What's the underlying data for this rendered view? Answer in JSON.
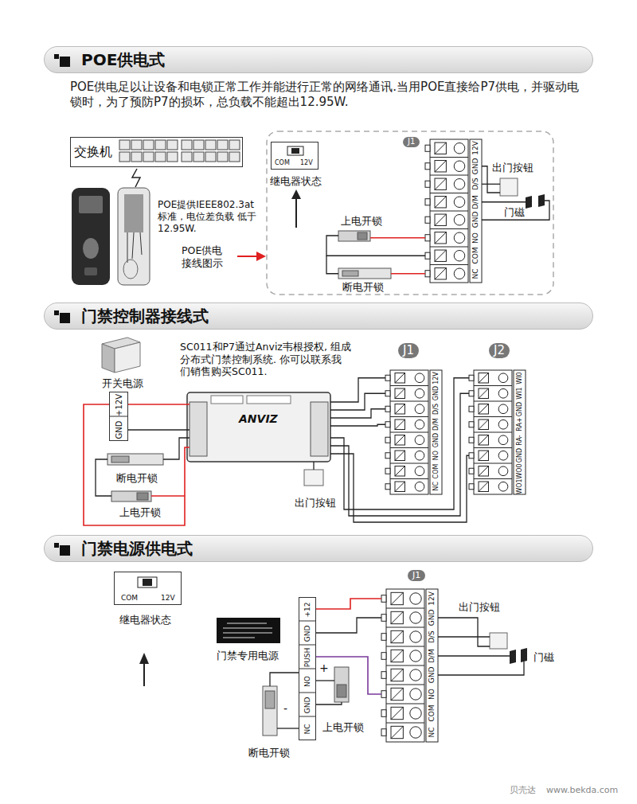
{
  "diagram": {
    "nodes": [
      {
        "text": [
          "POE供电式"
        ]
      },
      {
        "text": [
          "交换机"
        ]
      },
      {
        "text": [
          "COM",
          "12V",
          "继电器状态"
        ]
      },
      {
        "text": [
          "门禁控制器接线式"
        ]
      },
      {
        "text": [
          "+12V",
          "GND"
        ]
      },
      {
        "text": [
          "门禁电源供电式"
        ]
      },
      {
        "text": [
          "COM",
          "12V",
          "继电器状态"
        ]
      },
      {
        "text": [
          "+12",
          "GND",
          "PUSH",
          "NO",
          "GND",
          "NC"
        ]
      }
    ],
    "labels": [
      "POE供电足以让设备和电锁正常工作并能进行正常的网络通讯.当用POE直接给P7供电，并驱动电锁时，为了预防P7的损坏，总负载不能超出12.95W.",
      "POE提供IEEE802.3at 标准，电位差负载 低于 12.95W.",
      "POE供电 接线图示",
      "J1",
      "12V",
      "GND",
      "D/S",
      "D/M",
      "GND",
      "NO",
      "COM",
      "NC",
      "出门按钮",
      "门磁",
      "上电开锁",
      "断电开锁",
      "SC011和P7通过Anviz韦根授权, 组成分布式门禁控制系统. 你可以联系我们销售购买SC011.",
      "开关电源",
      "ANVIZ",
      "断电开锁",
      "上电开锁",
      "出门按钮",
      "J1",
      "12V",
      "GND",
      "D/S",
      "D/M",
      "GND",
      "NO",
      "COM",
      "NC",
      "J2",
      "WI0",
      "WI1",
      "GND",
      "RA+",
      "RA-",
      "GND",
      "WO0",
      "WO1",
      "门禁专用电源",
      "J1",
      "12V",
      "GND",
      "D/S",
      "D/M",
      "GND",
      "NO",
      "COM",
      "NC",
      "出门按钮",
      "门磁",
      "上电开锁",
      "断电开锁",
      "+",
      "-",
      "贝壳达",
      "www.bekda.com"
    ]
  }
}
